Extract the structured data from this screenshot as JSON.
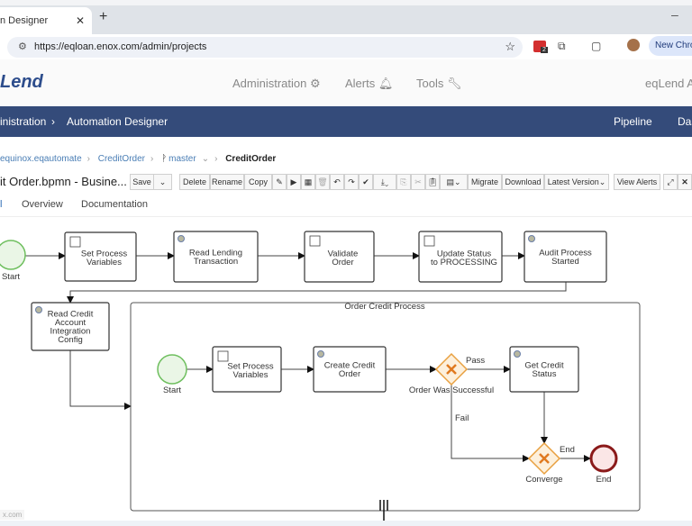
{
  "browser": {
    "tab_title": "n Designer",
    "url": "https://eqloan.enox.com/admin/projects",
    "new_chrome": "New Chrom",
    "extension_badge": "2"
  },
  "app": {
    "logo": "Lend",
    "nav": {
      "administration": "Administration",
      "alerts": "Alerts",
      "tools": "Tools",
      "user": "eqLend A"
    }
  },
  "navbar": {
    "crumb1": "inistration",
    "crumb2": "Automation Designer",
    "pipeline": "Pipeline",
    "dash": "Das"
  },
  "breadcrumb": {
    "space": "equinox.eqautomate",
    "project": "CreditOrder",
    "branch": "master",
    "asset": "CreditOrder"
  },
  "document": {
    "title": "it Order.bpmn - Busine..."
  },
  "toolbar": {
    "save": "Save",
    "delete": "Delete",
    "rename": "Rename",
    "copy": "Copy",
    "migrate": "Migrate",
    "download": "Download",
    "latest_version": "Latest Version",
    "view_alerts": "View Alerts"
  },
  "subtabs": {
    "editor": "l",
    "overview": "Overview",
    "documentation": "Documentation"
  },
  "footer": {
    "host": "x.com"
  },
  "diagram": {
    "start": "Start",
    "set_vars": [
      "Set Process",
      "Variables"
    ],
    "read_lending": [
      "Read Lending",
      "Transaction"
    ],
    "validate": [
      "Validate",
      "Order"
    ],
    "update_status": [
      "Update Status",
      "to PROCESSING"
    ],
    "audit": [
      "Audit Process",
      "Started"
    ],
    "read_credit": [
      "Read Credit",
      "Account",
      "Integration",
      "Config"
    ],
    "subprocess": "Order Credit Process",
    "inner_start": "Start",
    "inner_set_vars": [
      "Set Process",
      "Variables"
    ],
    "create_order": [
      "Create Credit",
      "Order"
    ],
    "gateway": "Order Was Successful",
    "pass": "Pass",
    "fail": "Fail",
    "get_status": [
      "Get Credit",
      "Status"
    ],
    "converge": "Converge",
    "end_flow": "End",
    "end": "End"
  },
  "colors": {
    "navbar": "#344b7a",
    "start": "#6fbf5f",
    "gateway": "#e8a040",
    "end": "#8b1a1a"
  }
}
